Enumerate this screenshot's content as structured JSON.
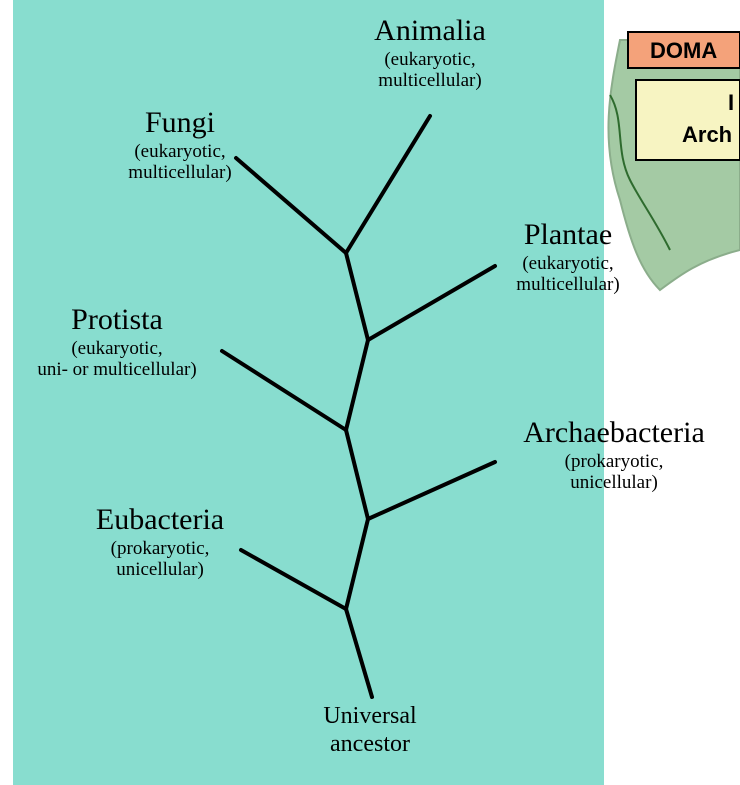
{
  "kingdoms": [
    {
      "name": "Animalia",
      "desc": "(eukaryotic,\nmulticellular)"
    },
    {
      "name": "Fungi",
      "desc": "(eukaryotic,\nmulticellular)"
    },
    {
      "name": "Plantae",
      "desc": "(eukaryotic,\nmulticellular)"
    },
    {
      "name": "Protista",
      "desc": "(eukaryotic,\nuni- or multicellular)"
    },
    {
      "name": "Archaebacteria",
      "desc": "(prokaryotic,\nunicellular)"
    },
    {
      "name": "Eubacteria",
      "desc": "(prokaryotic,\nunicellular)"
    }
  ],
  "root": {
    "label": "Universal\nancestor"
  },
  "corner_clip": {
    "badge_top": "DOMA",
    "badge_line1": "I",
    "badge_line2": "Arch"
  },
  "colors": {
    "panel": "#88ddcf",
    "line": "#000000",
    "badge": "#f4a27a",
    "badge2": "#f7f4c2",
    "foliage": "#5aa05a"
  }
}
